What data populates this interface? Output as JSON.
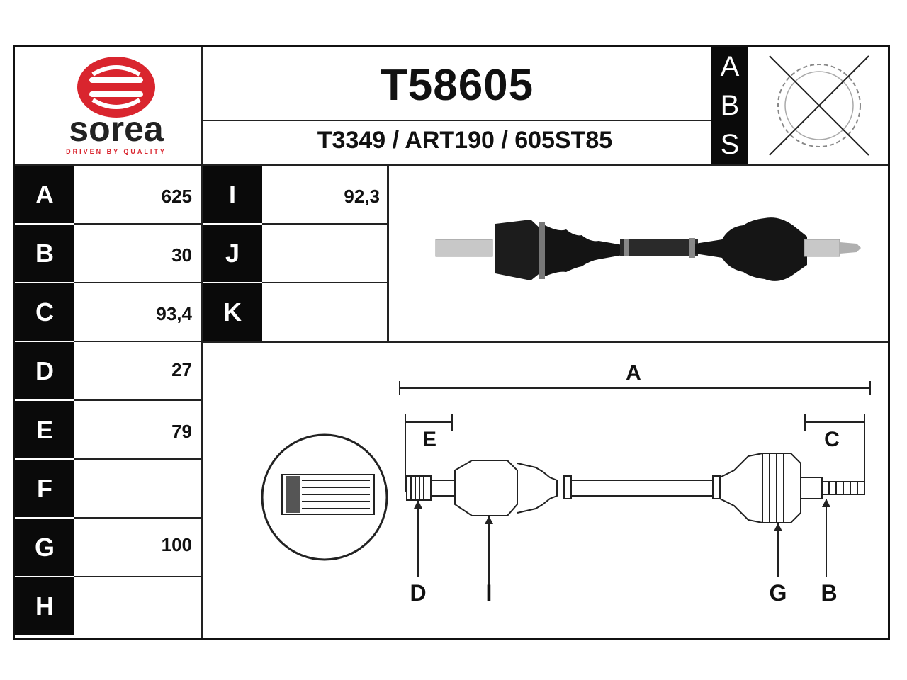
{
  "brand": {
    "name": "sorea",
    "tagline": "DRIVEN BY QUALITY",
    "logo_color": "#d9252e"
  },
  "header": {
    "part_number": "T58605",
    "cross_refs": "T3349 / ART190 / 605ST85"
  },
  "abs": {
    "letters": [
      "A",
      "B",
      "S"
    ],
    "icon": "abs-ring-crossed-icon"
  },
  "dimensions_left": [
    {
      "key": "A",
      "value": "625"
    },
    {
      "key": "B",
      "value": "30"
    },
    {
      "key": "C",
      "value": "93,4"
    },
    {
      "key": "D",
      "value": "27"
    },
    {
      "key": "E",
      "value": "79"
    },
    {
      "key": "F",
      "value": ""
    },
    {
      "key": "G",
      "value": "100"
    },
    {
      "key": "H",
      "value": ""
    }
  ],
  "dimensions_right": [
    {
      "key": "I",
      "value": "92,3"
    },
    {
      "key": "J",
      "value": ""
    },
    {
      "key": "K",
      "value": ""
    }
  ],
  "diagram_labels": {
    "A": "A",
    "E": "E",
    "C": "C",
    "D": "D",
    "I": "I",
    "G": "G",
    "B": "B"
  }
}
